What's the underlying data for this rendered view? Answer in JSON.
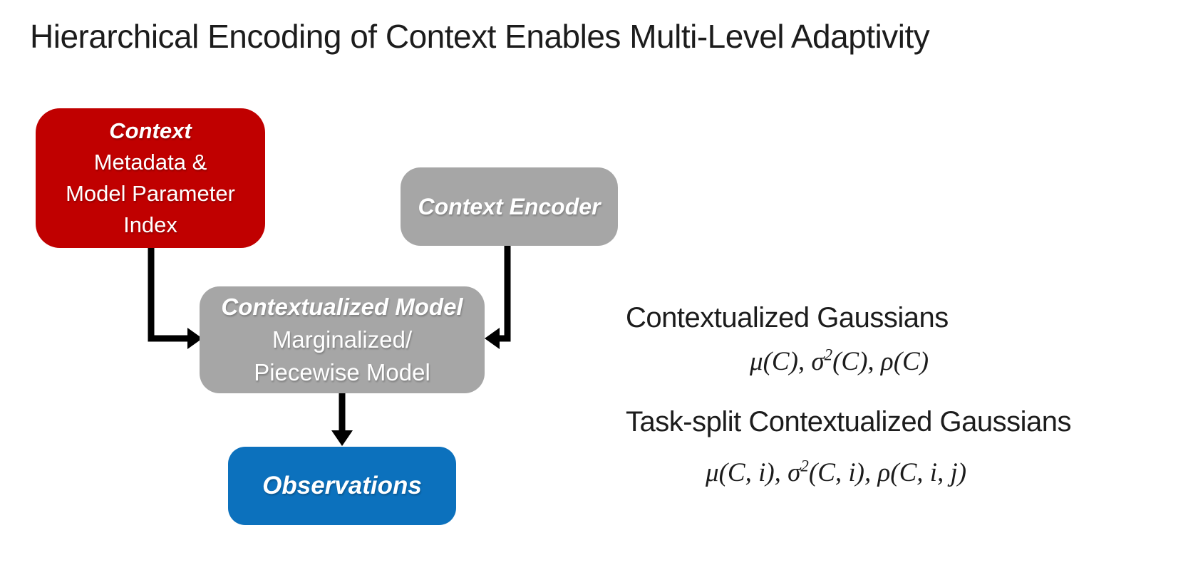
{
  "title": "Hierarchical Encoding of Context Enables Multi-Level Adaptivity",
  "colors": {
    "context_red": "#C00000",
    "neutral_gray": "#A6A6A6",
    "observations_blue": "#0C71BD",
    "arrow_black": "#000000",
    "text_black": "#1c1c1c"
  },
  "diagram": {
    "context_box": {
      "title": "Context",
      "lines": [
        "Metadata &",
        "Model Parameter",
        "Index"
      ]
    },
    "encoder_box": {
      "title": "Context Encoder"
    },
    "model_box": {
      "title": "Contextualized Model",
      "lines": [
        "Marginalized/",
        "Piecewise Model"
      ]
    },
    "observations_box": {
      "title": "Observations"
    },
    "edges": [
      {
        "from": "context",
        "to": "contextualized-model"
      },
      {
        "from": "context-encoder",
        "to": "contextualized-model"
      },
      {
        "from": "contextualized-model",
        "to": "observations"
      }
    ]
  },
  "annotations": [
    {
      "heading": "Contextualized Gaussians",
      "formula_pre": "μ(C), σ",
      "formula_sup": "2",
      "formula_post": "(C), ρ(C)"
    },
    {
      "heading": "Task-split Contextualized Gaussians",
      "formula_pre": "μ(C, i), σ",
      "formula_sup": "2",
      "formula_post": "(C, i), ρ(C, i, j)"
    }
  ]
}
